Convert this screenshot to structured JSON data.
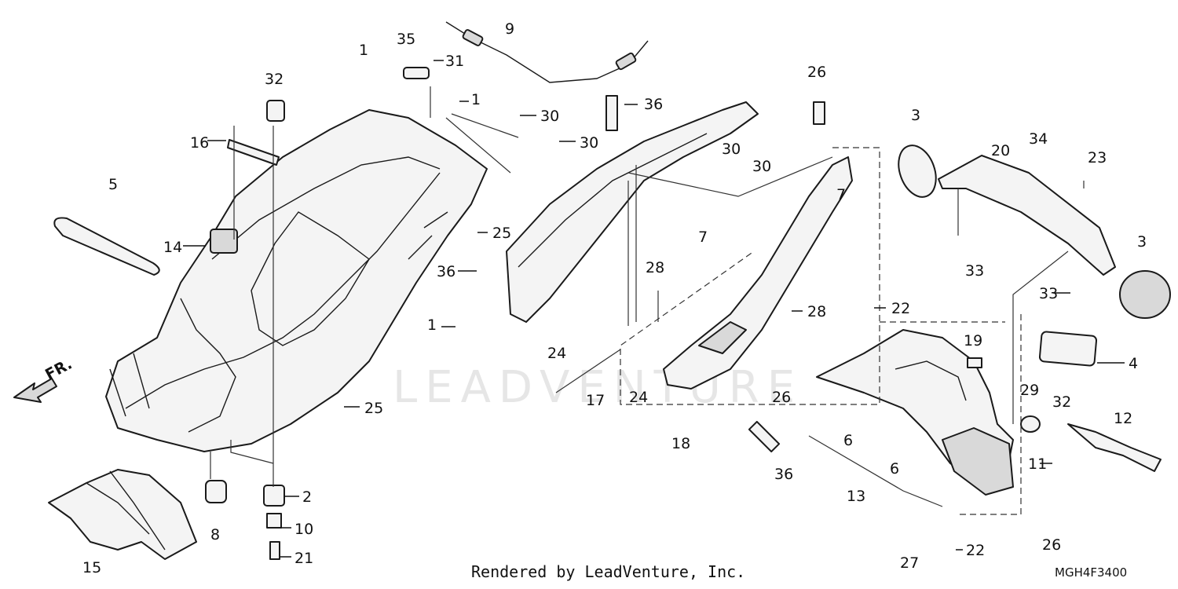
{
  "watermark": "LEADVENTURE",
  "footer": {
    "credit": "Rendered by LeadVenture, Inc.",
    "code": "MGH4F3400"
  },
  "direction_label": "FR.",
  "callouts": [
    "1",
    "1",
    "1",
    "2",
    "3",
    "3",
    "4",
    "5",
    "6",
    "6",
    "7",
    "7",
    "8",
    "9",
    "10",
    "11",
    "12",
    "13",
    "14",
    "15",
    "16",
    "17",
    "18",
    "19",
    "20",
    "21",
    "22",
    "22",
    "23",
    "24",
    "24",
    "25",
    "25",
    "26",
    "26",
    "26",
    "27",
    "28",
    "28",
    "29",
    "30",
    "30",
    "30",
    "30",
    "31",
    "32",
    "32",
    "33",
    "33",
    "34",
    "35",
    "36",
    "36",
    "36"
  ]
}
